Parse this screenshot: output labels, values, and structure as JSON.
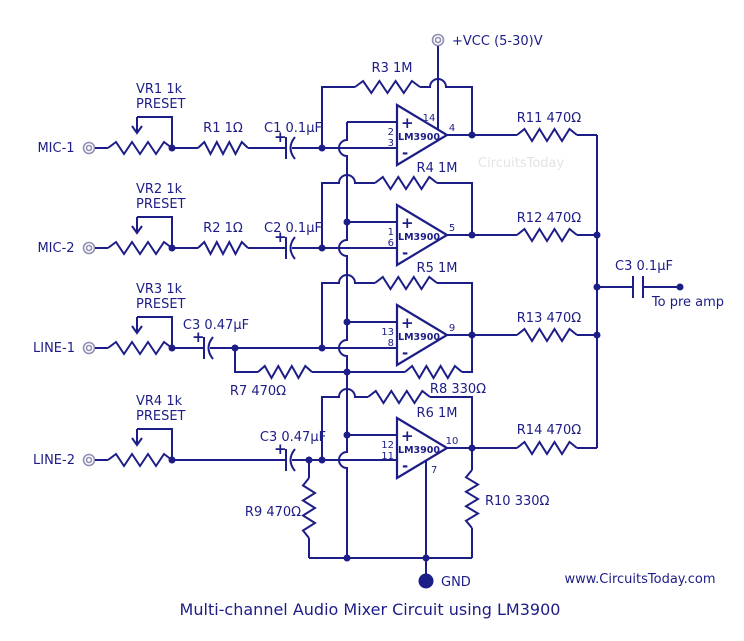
{
  "footer": {
    "title": "Multi-channel Audio Mixer Circuit using LM3900",
    "website": "www.CircuitsToday.com"
  },
  "ghost": "CircuitsToday",
  "power": {
    "vcc": "+VCC (5-30)V",
    "gnd": "GND"
  },
  "output": {
    "capacitor": "C3 0.1µF",
    "destination": "To pre amp"
  },
  "symbols": {
    "cap_polarity": "+",
    "opamp_plus": "+",
    "opamp_minus": "-"
  },
  "channels": [
    {
      "label": "MIC-1",
      "preset": "VR1 1k",
      "preset_type": "PRESET",
      "resistor": "R1 1Ω",
      "capacitor": "C1 0.1µF"
    },
    {
      "label": "MIC-2",
      "preset": "VR2 1k",
      "preset_type": "PRESET",
      "resistor": "R2 1Ω",
      "capacitor": "C2 0.1µF"
    },
    {
      "label": "LINE-1",
      "preset": "VR3 1k",
      "preset_type": "PRESET",
      "capacitor": "C3 0.47µF"
    },
    {
      "label": "LINE-2",
      "preset": "VR4 1k",
      "preset_type": "PRESET",
      "capacitor": "C3 0.47µF"
    }
  ],
  "opamps": [
    {
      "part": "LM3900",
      "pin_vcc": "14",
      "pin_plus": "2",
      "pin_minus": "3",
      "pin_out": "4"
    },
    {
      "part": "LM3900",
      "pin_plus": "1",
      "pin_minus": "6",
      "pin_out": "5"
    },
    {
      "part": "LM3900",
      "pin_plus": "13",
      "pin_minus": "8",
      "pin_out": "9"
    },
    {
      "part": "LM3900",
      "pin_plus": "12",
      "pin_minus": "11",
      "pin_out": "10",
      "pin_gnd": "7"
    }
  ],
  "resistors": {
    "feedback": [
      "R3 1M",
      "R4 1M",
      "R5 1M",
      "R6 1M"
    ],
    "mix": [
      "R11 470Ω",
      "R12 470Ω",
      "R13 470Ω",
      "R14 470Ω"
    ],
    "r7": "R7 470Ω",
    "r8": "R8 330Ω",
    "r9": "R9 470Ω",
    "r10": "R10 330Ω"
  },
  "colors": {
    "wire": "#1d1d87",
    "terminal": "#8f8fb2",
    "ghost": "#c9c9ce",
    "background": "#ffffff"
  }
}
